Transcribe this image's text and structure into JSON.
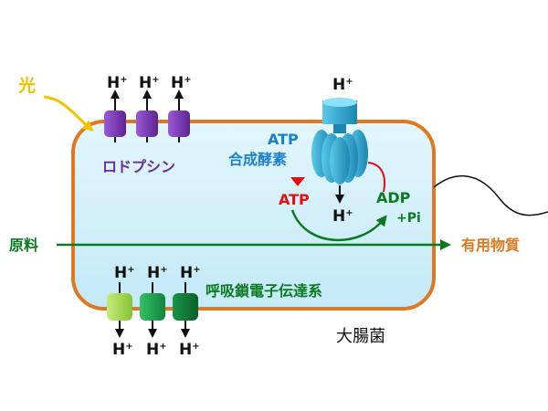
{
  "labels": {
    "light": "光",
    "rhodopsin": "ロドプシン",
    "atp_synthase_line1": "ATP",
    "atp_synthase_line2": "合成酵素",
    "atp": "ATP",
    "adp": "ADP",
    "pi": "+Pi",
    "raw_material": "原料",
    "useful_substance": "有用物質",
    "respiratory_chain": "呼吸鎖電子伝達系",
    "ecoli": "大腸菌",
    "proton": "H",
    "proton_charge": "+"
  },
  "colors": {
    "cell_fill": "#cfeefb",
    "cell_border": "#e07820",
    "rhodopsin": "#7a35b5",
    "synthase": "#2aa5cf",
    "chain_light": "#a8dc50",
    "chain_mid": "#1e9e4a",
    "chain_dark": "#0f7a35",
    "light": "#f2c200",
    "text_blue": "#1a7fd0",
    "text_purple": "#6a2a9a",
    "text_red": "#e01010",
    "text_green": "#0a7a20",
    "text_orange": "#e07820"
  }
}
